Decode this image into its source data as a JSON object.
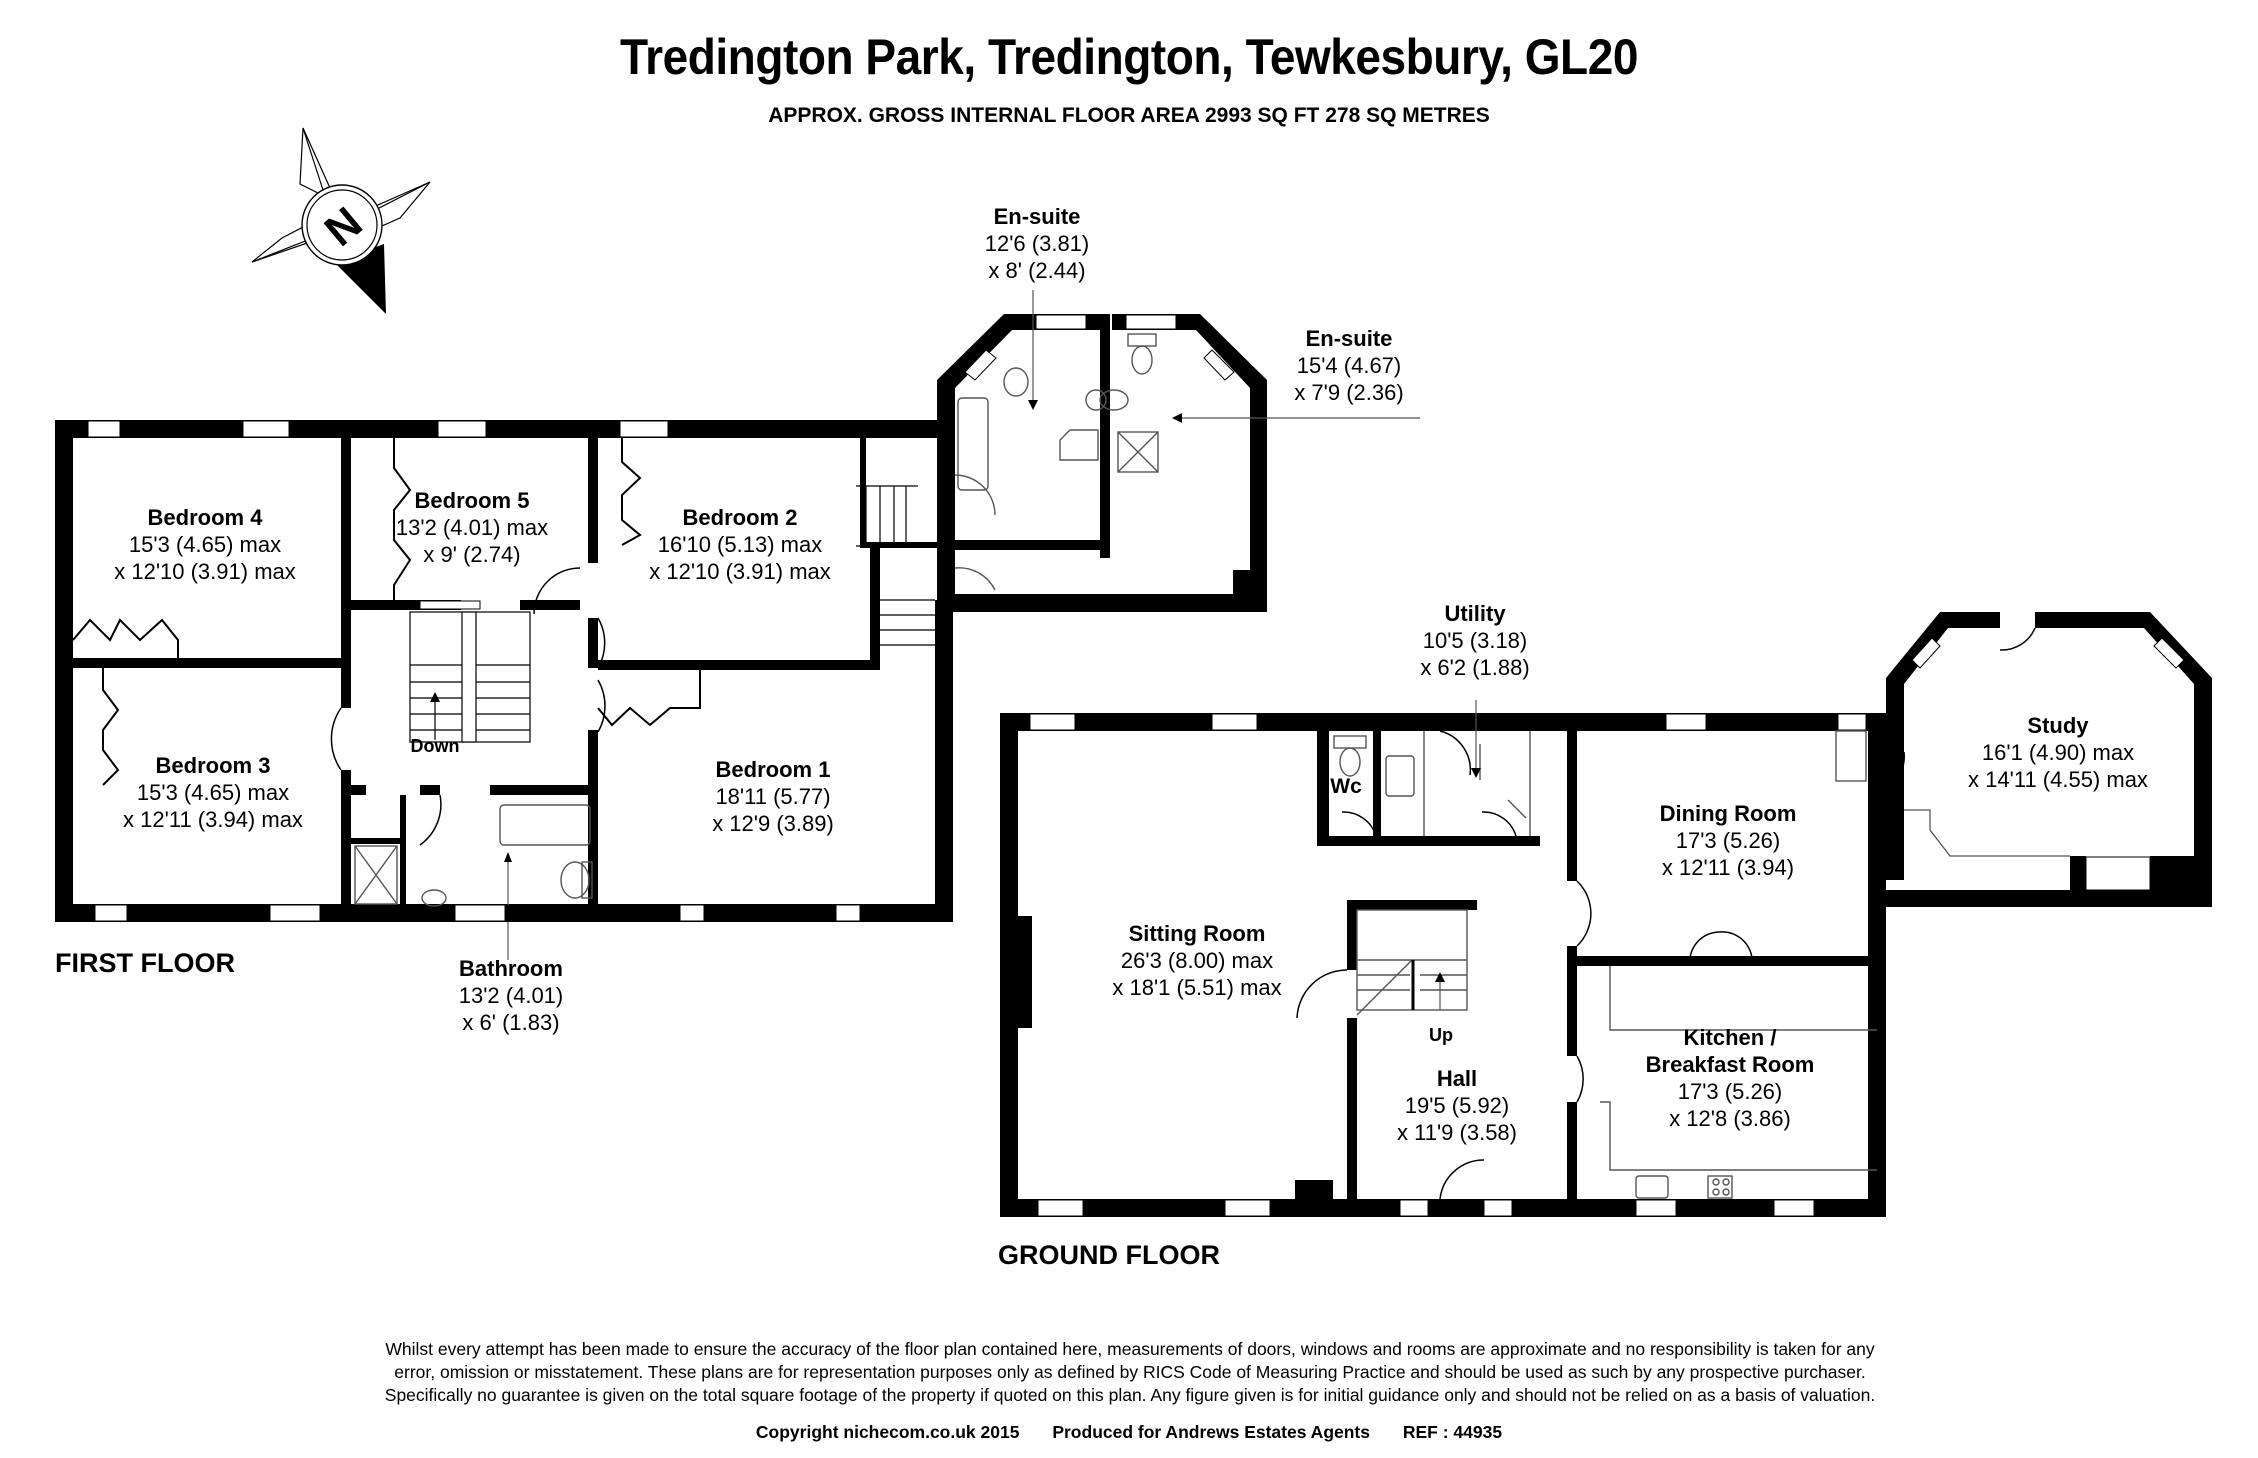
{
  "header": {
    "title": "Tredington Park, Tredington, Tewkesbury, GL20",
    "subtitle": "APPROX. GROSS INTERNAL FLOOR AREA 2993 SQ FT 278 SQ METRES"
  },
  "compass": {
    "icon": "north-arrow-icon",
    "letter": "N"
  },
  "first_floor": {
    "label": "FIRST FLOOR",
    "rooms": [
      {
        "name": "Bedroom 4",
        "dim1": "15'3 (4.65) max",
        "dim2": "x 12'10 (3.91) max"
      },
      {
        "name": "Bedroom 5",
        "dim1": "13'2 (4.01) max",
        "dim2": "x 9' (2.74)"
      },
      {
        "name": "Bedroom 2",
        "dim1": "16'10 (5.13) max",
        "dim2": "x 12'10 (3.91) max"
      },
      {
        "name": "Bedroom 3",
        "dim1": "15'3 (4.65) max",
        "dim2": "x 12'11 (3.94) max"
      },
      {
        "name": "Bedroom 1",
        "dim1": "18'11 (5.77)",
        "dim2": "x 12'9 (3.89)"
      },
      {
        "name": "Bathroom",
        "dim1": "13'2 (4.01)",
        "dim2": "x 6' (1.83)"
      },
      {
        "name": "En-suite",
        "dim1": "12'6 (3.81)",
        "dim2": "x 8' (2.44)"
      },
      {
        "name": "En-suite",
        "dim1": "15'4 (4.67)",
        "dim2": "x 7'9 (2.36)"
      }
    ],
    "stairs_label": "Down"
  },
  "ground_floor": {
    "label": "GROUND FLOOR",
    "rooms": [
      {
        "name": "Sitting Room",
        "dim1": "26'3 (8.00) max",
        "dim2": "x 18'1 (5.51) max"
      },
      {
        "name": "Utility",
        "dim1": "10'5 (3.18)",
        "dim2": "x 6'2 (1.88)"
      },
      {
        "name": "Hall",
        "dim1": "19'5 (5.92)",
        "dim2": "x 11'9 (3.58)"
      },
      {
        "name": "Dining Room",
        "dim1": "17'3 (5.26)",
        "dim2": "x 12'11 (3.94)"
      },
      {
        "name": "Kitchen /",
        "name2": "Breakfast Room",
        "dim1": "17'3 (5.26)",
        "dim2": "x 12'8 (3.86)"
      },
      {
        "name": "Study",
        "dim1": "16'1 (4.90) max",
        "dim2": "x 14'11 (4.55) max"
      }
    ],
    "wc_label": "Wc",
    "stairs_label": "Up"
  },
  "footer": {
    "disclaimer_lines": [
      "Whilst every attempt has been made to ensure the accuracy of the floor plan contained here, measurements of doors, windows and rooms are approximate and no responsibility is taken for any",
      "error, omission or misstatement. These plans are for representation purposes only as defined by RICS Code of Measuring Practice and should be used as such by any prospective purchaser.",
      "Specifically no guarantee is given on the total square footage of the property if quoted on this plan. Any figure given is for initial guidance only and should not be relied on as a basis of valuation."
    ],
    "copyright": "Copyright nichecom.co.uk 2015",
    "produced_for": "Produced for Andrews Estates Agents",
    "ref": "REF : 44935"
  },
  "colors": {
    "wall": "#000000",
    "background": "#ffffff",
    "fixture": "#555555"
  }
}
